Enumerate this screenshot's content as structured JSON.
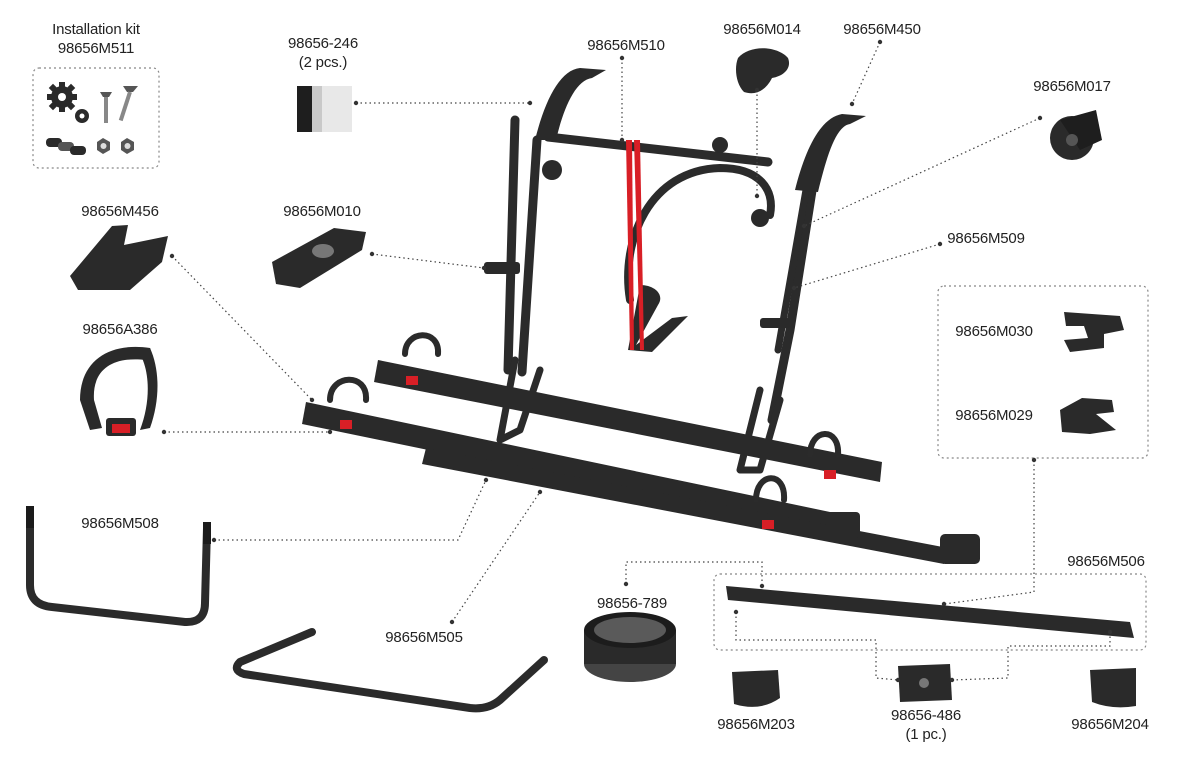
{
  "labels": {
    "installation_kit": {
      "line1": "Installation kit",
      "line2": "98656M511"
    },
    "p98656_246": {
      "line1": "98656-246",
      "line2": "(2 pcs.)"
    },
    "p98656M510": "98656M510",
    "p98656M014": "98656M014",
    "p98656M450": "98656M450",
    "p98656M017": "98656M017",
    "p98656M456": "98656M456",
    "p98656M010": "98656M010",
    "p98656M509": "98656M509",
    "p98656A386": "98656A386",
    "p98656M030": "98656M030",
    "p98656M029": "98656M029",
    "p98656M508": "98656M508",
    "p98656M506": "98656M506",
    "p98656_789": "98656-789",
    "p98656M505": "98656M505",
    "p98656M203": "98656M203",
    "p98656_486": {
      "line1": "98656-486",
      "line2": "(1 pc.)"
    },
    "p98656M204": "98656M204"
  },
  "colors": {
    "frame": "#2a2a2a",
    "accent_red": "#d81f26",
    "leader": "#444444"
  },
  "icons": [
    "gear-icon",
    "screw-icon",
    "chain-link-icon",
    "nut-icon"
  ]
}
